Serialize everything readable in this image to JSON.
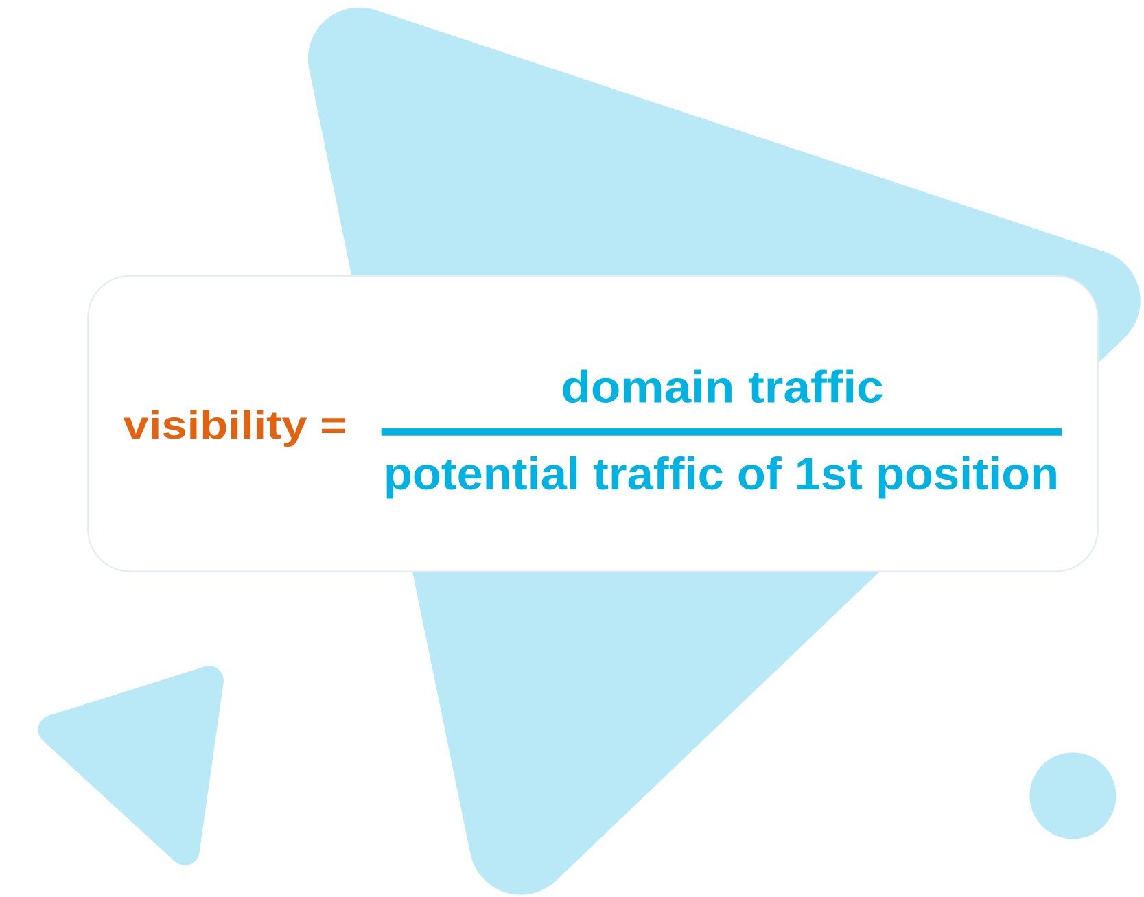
{
  "formula": {
    "lhs": "visibility =",
    "numerator": "domain traffic",
    "denominator": "potential traffic of 1st position"
  },
  "colors": {
    "lhs": "#e3620f",
    "fraction": "#00b2e2",
    "shapes": "#b9e9f6",
    "card_border": "#e6eaf2"
  }
}
